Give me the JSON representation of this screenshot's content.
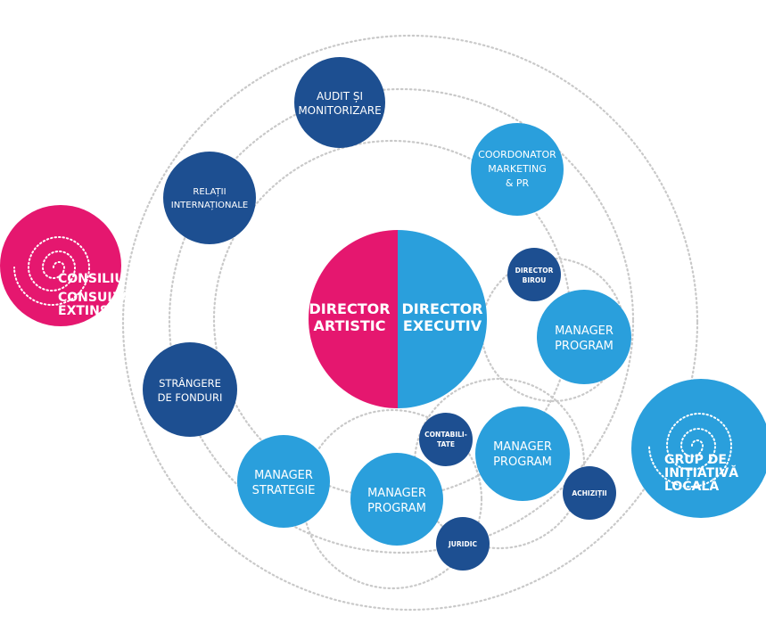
{
  "colors": {
    "dark_blue": "#1d4f91",
    "light_blue": "#2a9fdc",
    "magenta": "#e5176f",
    "ring": "#c9c9c9"
  },
  "director": {
    "artistic_line1": "DIRECTOR",
    "artistic_line2": "ARTISTIC",
    "executive_line1": "DIRECTOR",
    "executive_line2": "EXECUTIV"
  },
  "nodes": {
    "audit": {
      "line1": "AUDIT ȘI",
      "line2": "MONITORIZARE"
    },
    "relatii": {
      "line1": "RELAȚII",
      "line2": "INTERNAȚIONALE"
    },
    "coordonator": {
      "line1": "COORDONATOR",
      "line2": "MARKETING",
      "line3": "& PR"
    },
    "director_birou": {
      "line1": "DIRECTOR",
      "line2": "BIROU"
    },
    "manager_program_1": {
      "line1": "MANAGER",
      "line2": "PROGRAM"
    },
    "manager_program_2": {
      "line1": "MANAGER",
      "line2": "PROGRAM"
    },
    "manager_program_3": {
      "line1": "MANAGER",
      "line2": "PROGRAM"
    },
    "strangere": {
      "line1": "STRÂNGERE",
      "line2": "DE FONDURI"
    },
    "manager_strategie": {
      "line1": "MANAGER",
      "line2": "STRATEGIE"
    },
    "contabilitate": {
      "line1": "CONTABILI-",
      "line2": "TATE"
    },
    "achizitii": {
      "line1": "ACHIZIȚII"
    },
    "juridic": {
      "line1": "JURIDIC"
    },
    "consiliu": {
      "line1": "CONSILIU",
      "line2": "CONSULTATIV",
      "line3": "EXTINS"
    },
    "grup": {
      "line1": "GRUP DE",
      "line2": "INIȚIATIVĂ",
      "line3": "LOCALĂ"
    }
  }
}
